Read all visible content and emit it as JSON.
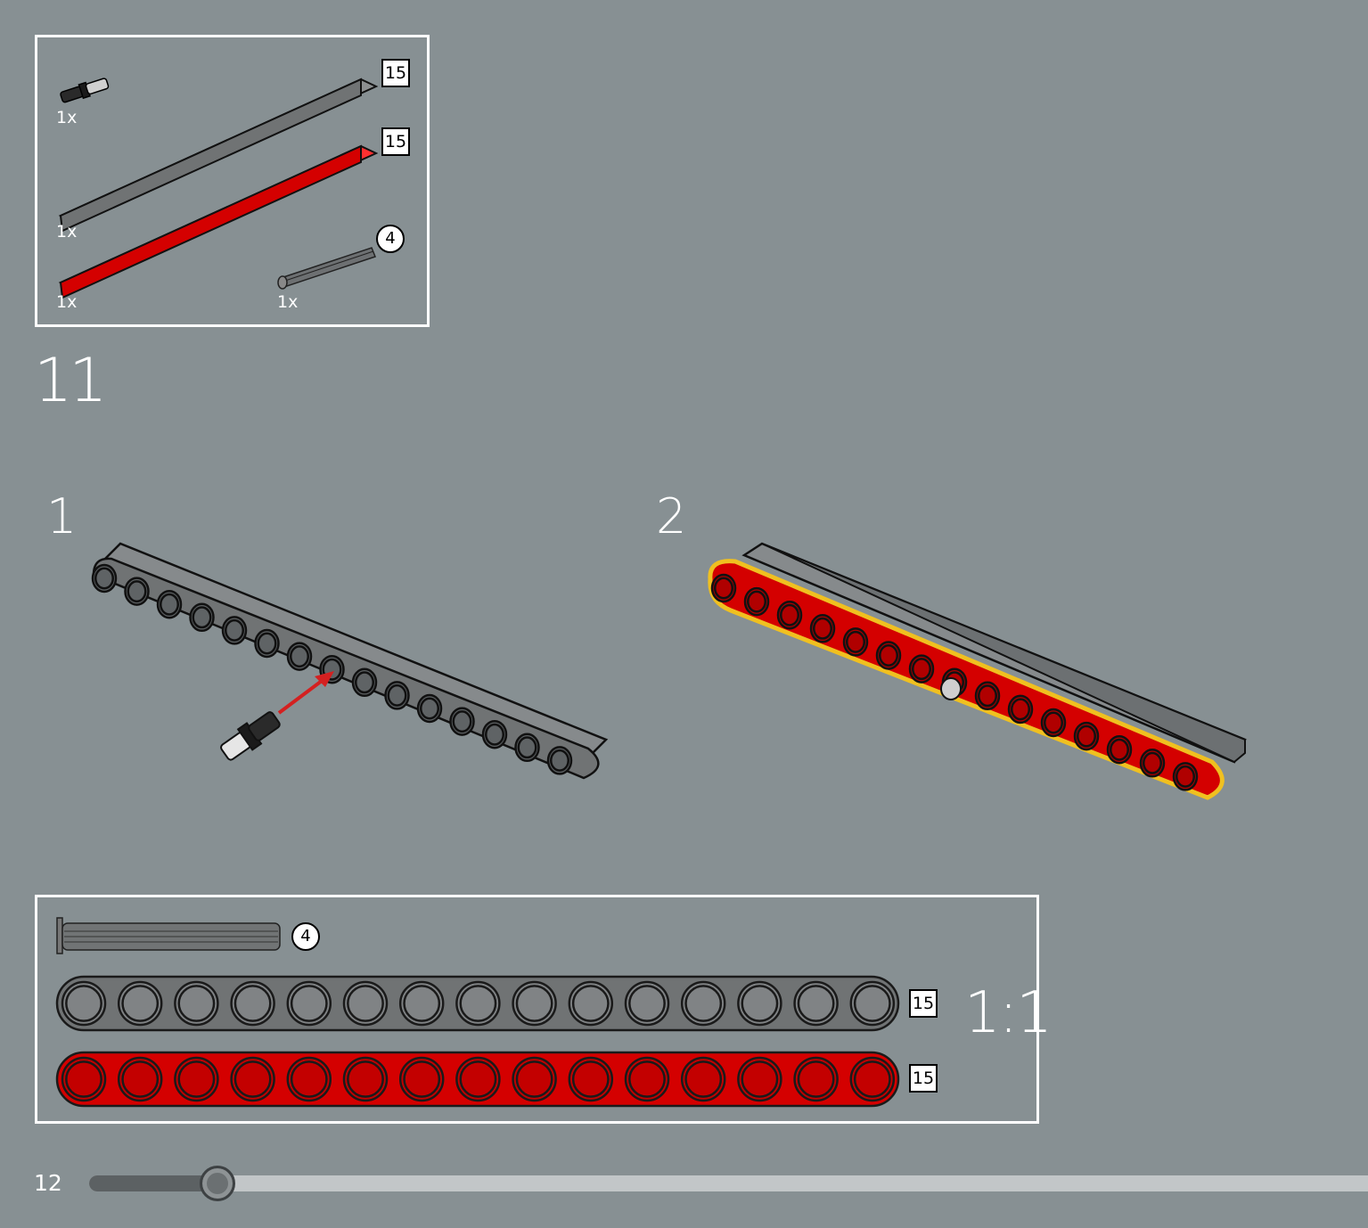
{
  "parts_list": {
    "items": [
      {
        "qty": "1x",
        "part": "pin-with-bushing"
      },
      {
        "qty": "1x",
        "part": "beam",
        "badge": "15",
        "color": "#707374"
      },
      {
        "qty": "1x",
        "part": "beam",
        "badge": "15",
        "color": "#d40000"
      },
      {
        "qty": "1x",
        "part": "axle",
        "badge": "4"
      }
    ]
  },
  "step_number": "11",
  "substeps": [
    "1",
    "2"
  ],
  "reference": {
    "axle_badge": "4",
    "grey_beam_badge": "15",
    "red_beam_badge": "15",
    "scale": "1:1"
  },
  "page_number": "12",
  "progress": {
    "fraction": 0.1
  },
  "colors": {
    "background": "#879093",
    "beam_grey": "#707374",
    "beam_red": "#d40000",
    "highlight": "#f0c020",
    "arrow": "#d42020"
  }
}
